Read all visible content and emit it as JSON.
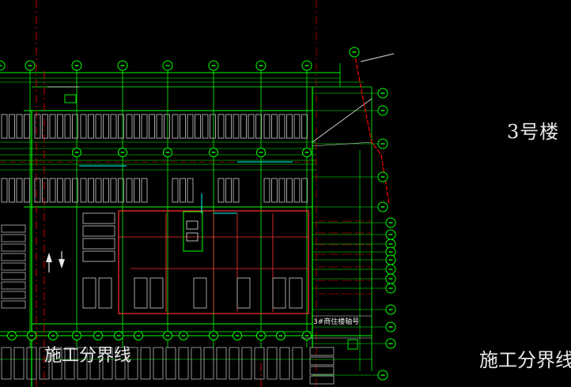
{
  "drawing": {
    "building_label": "3号楼",
    "boundary_label_left": "施工分界线",
    "boundary_label_right": "施工分界线",
    "axis_note": "3#商住楼轴号"
  },
  "colors": {
    "background": "#000000",
    "grid": "#00ff00",
    "parking": "#b4b4b4",
    "wall": "#ff3232",
    "bubble": "#00ff00",
    "text": "#e8e8e8",
    "accent": "#00ffff",
    "boundary": "#ff0000"
  }
}
